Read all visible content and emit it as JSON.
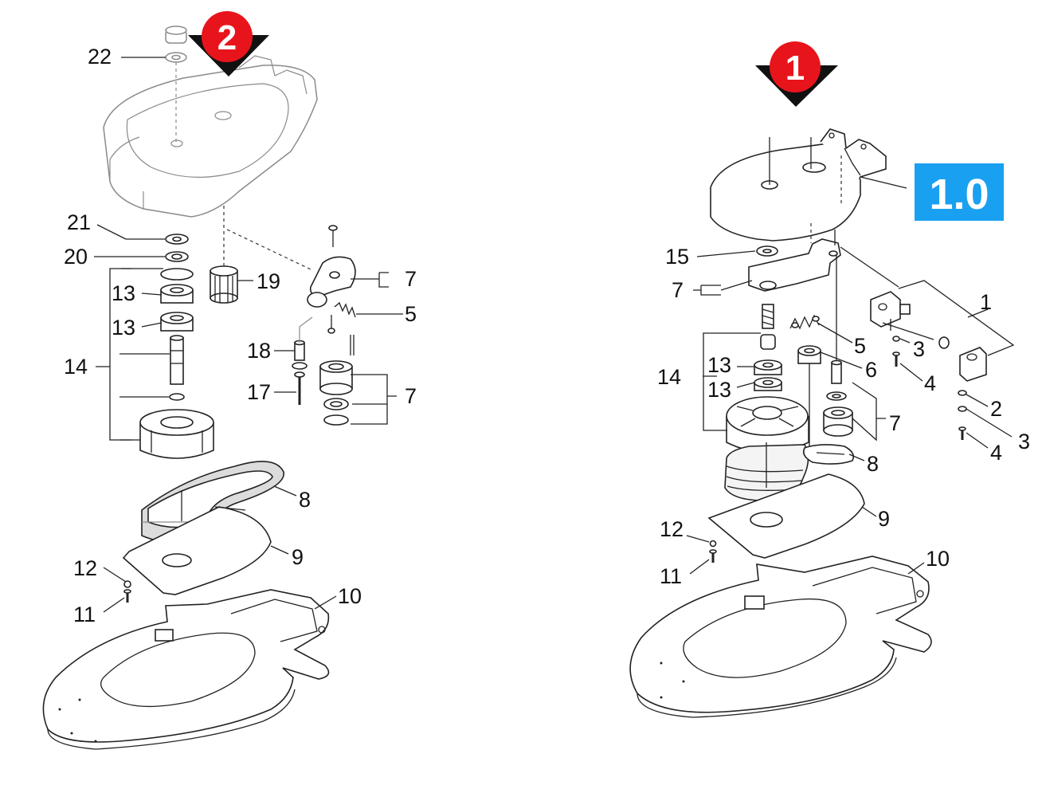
{
  "badges": {
    "left_number": "2",
    "right_number": "1",
    "version_tag": "1.0"
  },
  "colors": {
    "badge_red": "#e8141c",
    "badge_arrow": "#111111",
    "version_bg": "#1aa0f0"
  },
  "left_labels": {
    "l22": "22",
    "l21": "21",
    "l20": "20",
    "l13a": "13",
    "l13b": "13",
    "l14": "14",
    "l19": "19",
    "l7a": "7",
    "l5": "5",
    "l18": "18",
    "l17": "17",
    "l7b": "7",
    "l8": "8",
    "l9": "9",
    "l12": "12",
    "l11": "11",
    "l10": "10"
  },
  "right_labels": {
    "r15": "15",
    "r7a": "7",
    "r14": "14",
    "r13a": "13",
    "r13b": "13",
    "r5": "5",
    "r6": "6",
    "r7b": "7",
    "r8": "8",
    "r9": "9",
    "r12": "12",
    "r11": "11",
    "r10": "10",
    "r1": "1",
    "r3a": "3",
    "r4a": "4",
    "r2": "2",
    "r3b": "3",
    "r4b": "4"
  }
}
